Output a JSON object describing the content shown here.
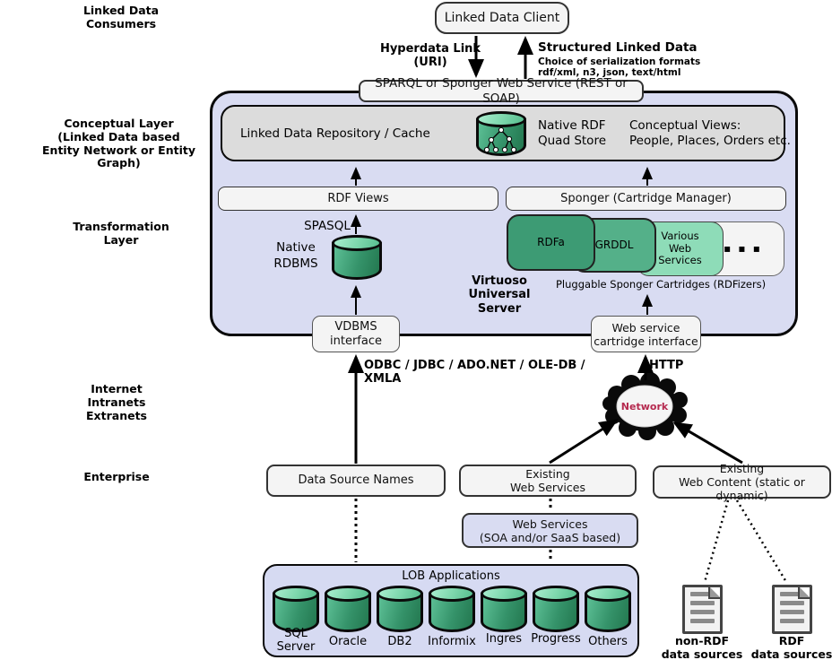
{
  "layer_labels": {
    "consumers": "Linked Data\nConsumers",
    "conceptual": "Conceptual Layer\n(Linked Data based\nEntity Network or Entity Graph)",
    "transformation": "Transformation\nLayer",
    "internet": "Internet\nIntranets\nExtranets",
    "enterprise": "Enterprise"
  },
  "client": {
    "label": "Linked Data Client"
  },
  "link_labels": {
    "hyperdata": "Hyperdata Link\n(URI)",
    "structured_title": "Structured Linked Data",
    "structured_sub1": "Choice of serialization formats",
    "structured_sub2": "rdf/xml, n3, json, text/html",
    "odbc": "ODBC / JDBC / ADO.NET / OLE-DB / XMLA",
    "http": "HTTP"
  },
  "sparql_bar": {
    "label": "SPARQL or Sponger Web Service (REST or SOAP)"
  },
  "repository": {
    "label": "Linked Data Repository / Cache",
    "quad_store": "Native RDF\nQuad Store",
    "views": "Conceptual Views:\nPeople, Places, Orders etc."
  },
  "rdf_views": {
    "label": "RDF Views"
  },
  "sponger": {
    "label": "Sponger (Cartridge Manager)"
  },
  "spasql": "SPASQL",
  "native_rdbms": "Native\nRDBMS",
  "cartridges": {
    "rdfa": "RDFa",
    "grddl": "GRDDL",
    "various": "Various\nWeb\nServices",
    "dots": "▪ ▪ ▪",
    "caption": "Pluggable Sponger Cartridges (RDFizers)"
  },
  "virtuoso": "Virtuoso\nUniversal\nServer",
  "interfaces": {
    "vdbms": "VDBMS\ninterface",
    "web_service": "Web service\ncartridge interface"
  },
  "network_cloud": {
    "label": "Network"
  },
  "enterprise_row": {
    "data_source_names": "Data Source Names",
    "existing_web_services": "Existing\nWeb Services",
    "existing_web_content": "Existing\nWeb Content (static or dynamic)",
    "soa": "Web Services\n(SOA and/or SaaS based)"
  },
  "lob": {
    "title": "LOB Applications",
    "items": [
      {
        "label": "SQL\nServer"
      },
      {
        "label": "Oracle"
      },
      {
        "label": "DB2"
      },
      {
        "label": "Informix"
      },
      {
        "label": "Ingres"
      },
      {
        "label": "Progress"
      },
      {
        "label": "Others"
      }
    ]
  },
  "docs": {
    "non_rdf": "non-RDF\ndata sources",
    "rdf": "RDF\ndata sources"
  },
  "colors": {
    "container_lavender": "#d9dcf2",
    "repo_gray": "#dcdcdc",
    "box_gray": "#f4f4f4",
    "cartridge_green_dark": "#3d9b74",
    "cartridge_green_mid": "#54b089",
    "cartridge_green_light": "#8edcb8",
    "cylinder_body_green": "#35936a",
    "cylinder_top_green": "#7fd8ae",
    "network_text_red": "#b5294e"
  }
}
